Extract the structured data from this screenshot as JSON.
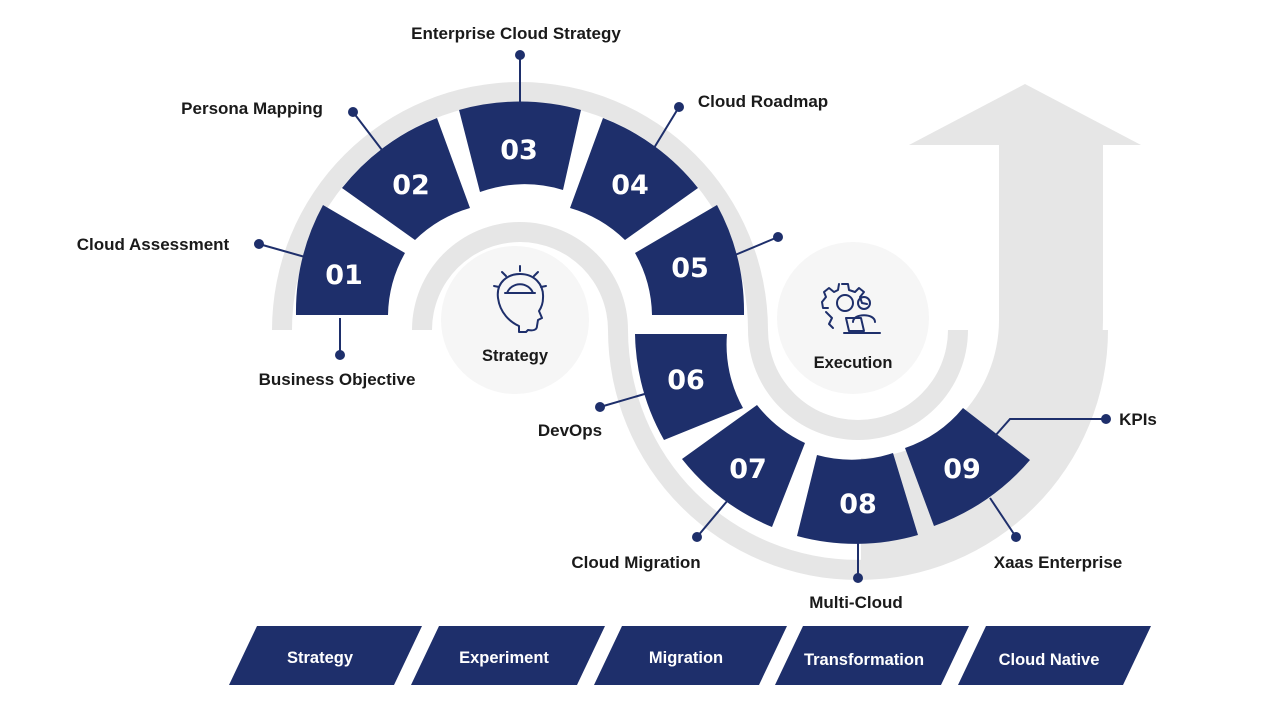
{
  "colors": {
    "navy": "#1e2f6b",
    "track_grey": "#e6e6e6",
    "hub_grey": "#f6f6f6",
    "text": "#1a1a1a"
  },
  "hubs": {
    "strategy": {
      "label": "Strategy",
      "icon": "head-gear-icon"
    },
    "execution": {
      "label": "Execution",
      "icon": "gear-person-laptop-icon"
    }
  },
  "steps": [
    {
      "number": "01",
      "label": "Cloud Assessment"
    },
    {
      "number": "02",
      "label": "Persona Mapping"
    },
    {
      "number": "03",
      "label": "Enterprise Cloud Strategy"
    },
    {
      "number": "04",
      "label": "Cloud Roadmap"
    },
    {
      "number": "05",
      "label": ""
    },
    {
      "number": "06",
      "label": "DevOps"
    },
    {
      "number": "07",
      "label": "Cloud Migration"
    },
    {
      "number": "08",
      "label": "Multi-Cloud"
    },
    {
      "number": "09",
      "label": "KPIs"
    }
  ],
  "extra_labels": {
    "business_objective": "Business Objective",
    "xaas_enterprise": "Xaas Enterprise"
  },
  "phases": [
    "Strategy",
    "Experiment",
    "Migration",
    "Transformation",
    "Cloud Native"
  ],
  "background_icon": "up-arrow-icon"
}
